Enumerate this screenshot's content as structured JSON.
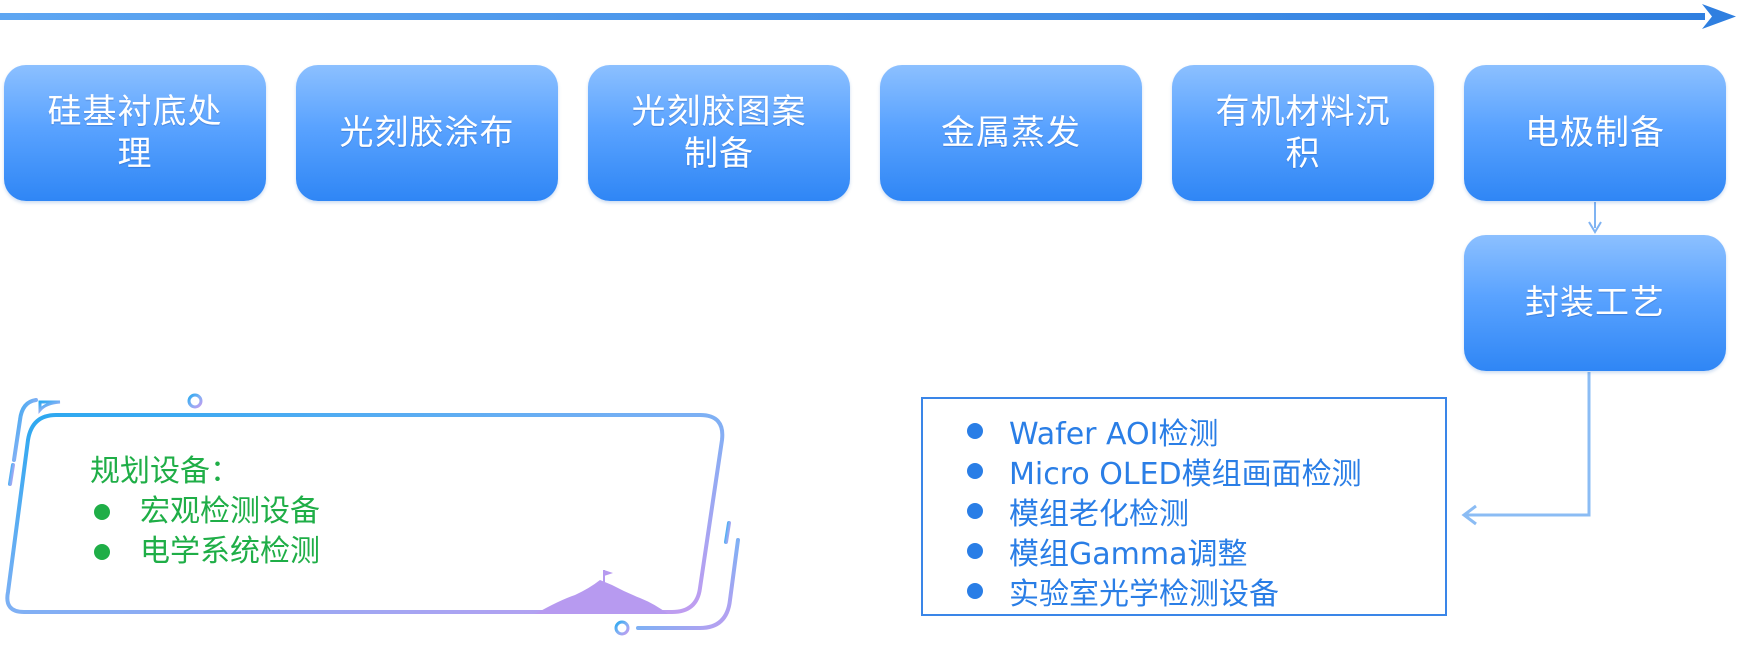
{
  "process_steps": [
    {
      "label_lines": [
        "硅基衬底处",
        "理"
      ]
    },
    {
      "label_lines": [
        "光刻胶涂布"
      ]
    },
    {
      "label_lines": [
        "光刻胶图案",
        "制备"
      ]
    },
    {
      "label_lines": [
        "金属蒸发"
      ]
    },
    {
      "label_lines": [
        "有机材料沉",
        "积"
      ]
    },
    {
      "label_lines": [
        "电极制备"
      ]
    },
    {
      "label_lines": [
        "封装工艺"
      ]
    }
  ],
  "planned_equipment": {
    "title": "规划设备：",
    "items": [
      "宏观检测设备",
      "电学系统检测"
    ]
  },
  "inspection_equipment": {
    "items": [
      "Wafer AOI检测",
      "Micro OLED模组画面检测",
      "模组老化检测",
      "模组Gamma调整",
      "实验室光学检测设备"
    ]
  },
  "colors": {
    "arrow": "#3f8ae8",
    "step_top": "#8cc0ff",
    "step_bottom": "#2f86f5",
    "planned_text": "#1fae47",
    "inspection_text": "#2a7ee6",
    "frame_gradient_start": "#29a8f0",
    "frame_gradient_end": "#c39cf0"
  }
}
